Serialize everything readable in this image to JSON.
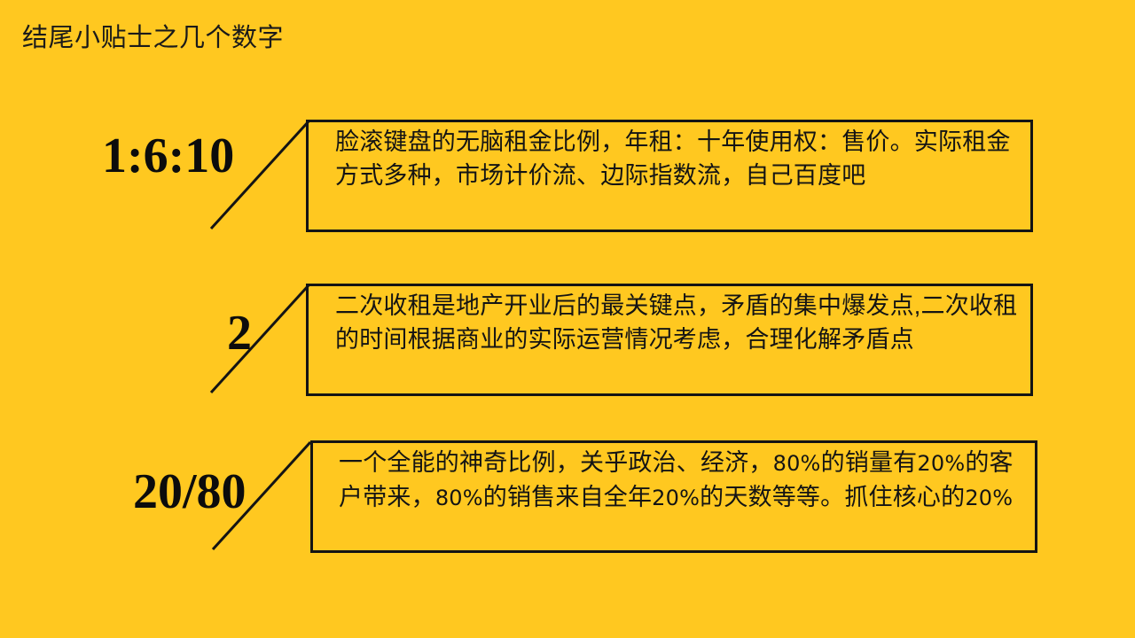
{
  "slide": {
    "title": "结尾小贴士之几个数字",
    "background_color": "#FFC820",
    "ink_color": "#141414"
  },
  "items": [
    {
      "number": "1:6:10",
      "text": "脸滚键盘的无脑租金比例，年租：十年使用权：售价。实际租金方式多种，市场计价流、边际指数流，自己百度吧"
    },
    {
      "number": "2",
      "text": "二次收租是地产开业后的最关键点，矛盾的集中爆发点,二次收租的时间根据商业的实际运营情况考虑，合理化解矛盾点"
    },
    {
      "number": "20/80",
      "text": "一个全能的神奇比例，关乎政治、经济，80%的销量有20%的客户带来，80%的销售来自全年20%的天数等等。抓住核心的20%"
    }
  ]
}
